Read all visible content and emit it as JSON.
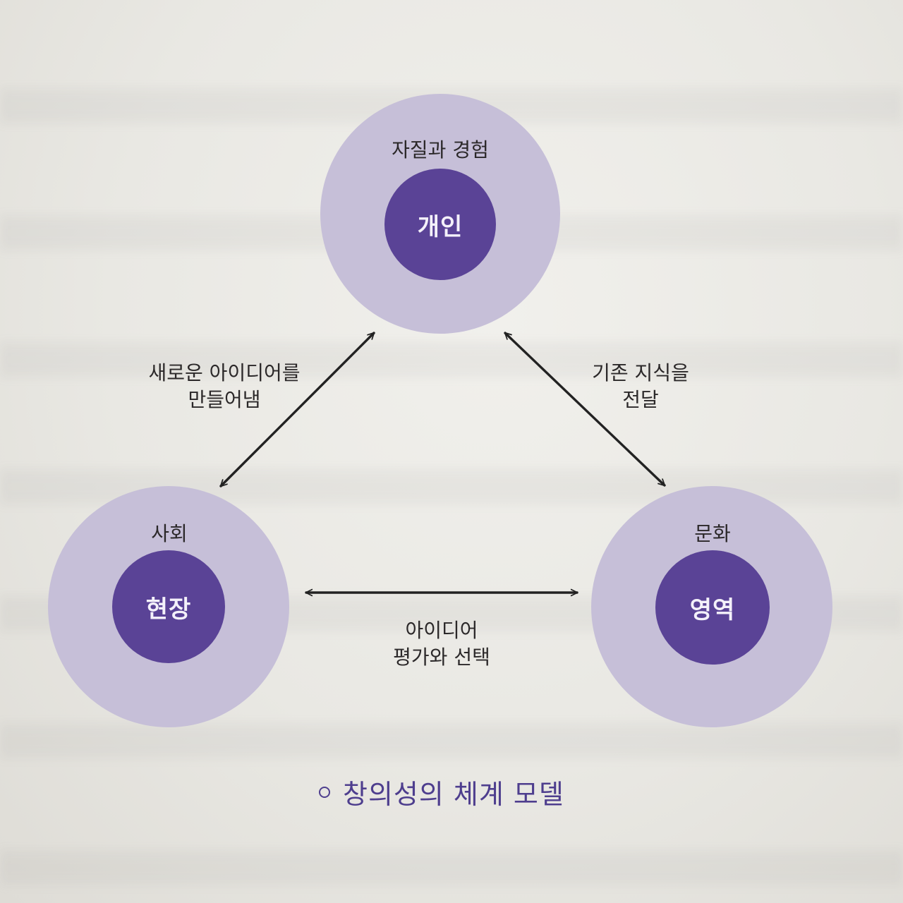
{
  "nodes": {
    "individual": {
      "inner_label": "개인",
      "outer_label": "자질과 경험"
    },
    "field": {
      "inner_label": "현장",
      "outer_label": "사회"
    },
    "domain": {
      "inner_label": "영역",
      "outer_label": "문화"
    }
  },
  "edges": {
    "field_individual": {
      "line1": "새로운 아이디어를",
      "line2": "만들어냄"
    },
    "individual_domain": {
      "line1": "기존 지식을",
      "line2": "전달"
    },
    "field_domain": {
      "line1": "아이디어",
      "line2": "평가와 선택"
    }
  },
  "caption": {
    "marker": "○",
    "text": "창의성의 체계 모델"
  },
  "colors": {
    "outer_circle": "#c6bfd8",
    "inner_circle": "#5a4396",
    "caption": "#4e3e8e",
    "arrow": "#222222"
  }
}
